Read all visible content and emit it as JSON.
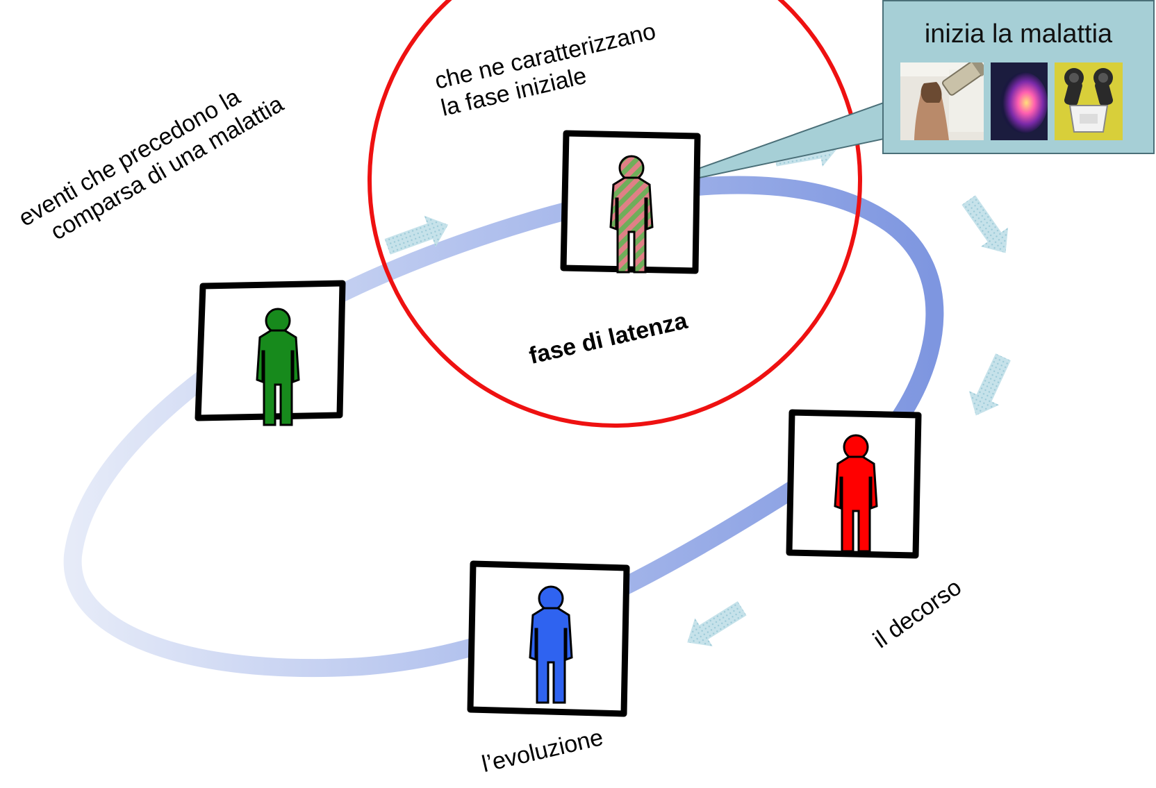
{
  "labels": {
    "before_line1": "eventi che precedono la",
    "before_line2": "comparsa di una malattia",
    "initial_line1": "che ne caratterizzano",
    "initial_line2": "la fase iniziale",
    "latency": "fase di latenza",
    "course": "il decorso",
    "evolution": "l’evoluzione"
  },
  "callout": {
    "title": "inizia la malattia",
    "images": [
      "mammography-photo",
      "thermal-image",
      "microscope-photo"
    ]
  },
  "figures": [
    {
      "id": "before",
      "color": "#178a1c"
    },
    {
      "id": "latency",
      "color": "striped-green-red"
    },
    {
      "id": "course",
      "color": "#ff0000"
    },
    {
      "id": "evolution",
      "color": "#2f63f0"
    }
  ],
  "colors": {
    "circle": "#ee1111",
    "cycle_path": "#7f96de",
    "arrows": "#b8dbe6",
    "callout_bg": "#a6cfd6"
  }
}
